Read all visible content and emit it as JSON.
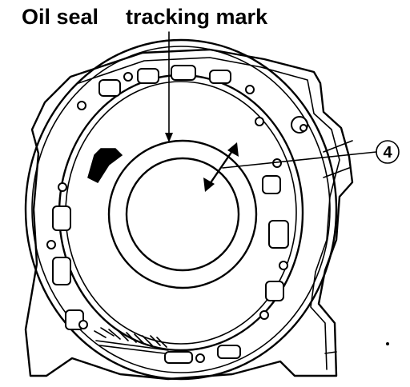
{
  "labels": {
    "oil_seal": "Oil seal",
    "tracking_mark": "tracking mark",
    "callout_number": "4"
  },
  "colors": {
    "ink": "#000000",
    "paper": "#ffffff"
  }
}
